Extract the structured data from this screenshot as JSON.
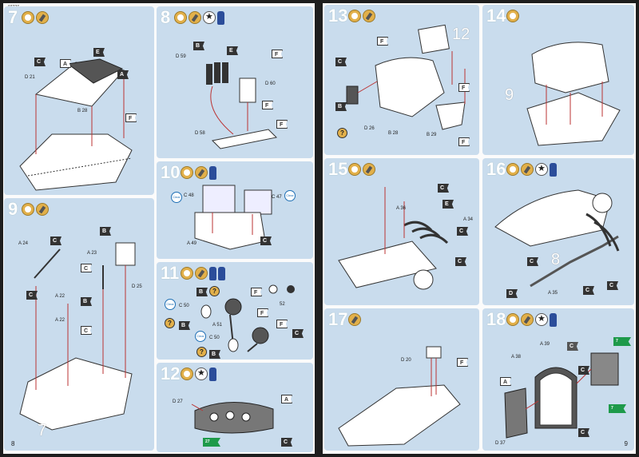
{
  "document": {
    "left_page_number": "8",
    "right_page_number": "9",
    "kit_code": "07727"
  },
  "steps": {
    "s7": {
      "number": "7",
      "parts": [
        "D 21",
        "B 28"
      ],
      "labels": [
        "C",
        "A",
        "E",
        "A",
        "F"
      ]
    },
    "s8": {
      "number": "8",
      "parts": [
        "D 59",
        "D 60",
        "D 58"
      ],
      "labels": [
        "B",
        "E",
        "F",
        "F",
        "F"
      ]
    },
    "s9": {
      "number": "9",
      "parts": [
        "A 24",
        "A 23",
        "D 25",
        "A 22",
        "A 22"
      ],
      "labels": [
        "C",
        "B",
        "C",
        "C",
        "B",
        "C"
      ],
      "ghost": "7"
    },
    "s10": {
      "number": "10",
      "parts": [
        "C 48",
        "C 47",
        "A 49"
      ],
      "labels": [
        "C"
      ]
    },
    "s11": {
      "number": "11",
      "parts": [
        "C 50",
        "A 51",
        "C 50",
        "52"
      ],
      "labels": [
        "B",
        "B",
        "B",
        "F",
        "F",
        "F",
        "C"
      ]
    },
    "s12": {
      "number": "12",
      "parts": [
        "D 27"
      ],
      "labels": [
        "A",
        "C"
      ]
    },
    "s13": {
      "number": "13",
      "parts": [
        "D 26",
        "B 28",
        "B 29"
      ],
      "labels": [
        "C",
        "F",
        "B",
        "F",
        "F"
      ],
      "ghost": "12"
    },
    "s14": {
      "number": "14",
      "parts": [],
      "labels": [],
      "ghost": "9"
    },
    "s15": {
      "number": "15",
      "parts": [
        "A 36",
        "A 34"
      ],
      "labels": [
        "C",
        "E",
        "C",
        "C"
      ]
    },
    "s16": {
      "number": "16",
      "parts": [
        "A 35"
      ],
      "labels": [
        "C",
        "C",
        "C",
        "D"
      ],
      "ghost": "8"
    },
    "s17": {
      "number": "17",
      "parts": [
        "D 20"
      ],
      "labels": [
        "F"
      ]
    },
    "s18": {
      "number": "18",
      "parts": [
        "A 38",
        "A 39",
        "D 37"
      ],
      "labels": [
        "A",
        "C",
        "C",
        "C"
      ]
    }
  },
  "icon_names": [
    "cut-icon",
    "glue-icon",
    "star-icon",
    "paint-pot-icon",
    "decal-icon",
    "clear-icon"
  ],
  "colors": {
    "panel": "#c9dced",
    "paint_blue": "#2b4d9a",
    "green_decal": "#1e9a4a",
    "gold": "#e2b04a"
  }
}
